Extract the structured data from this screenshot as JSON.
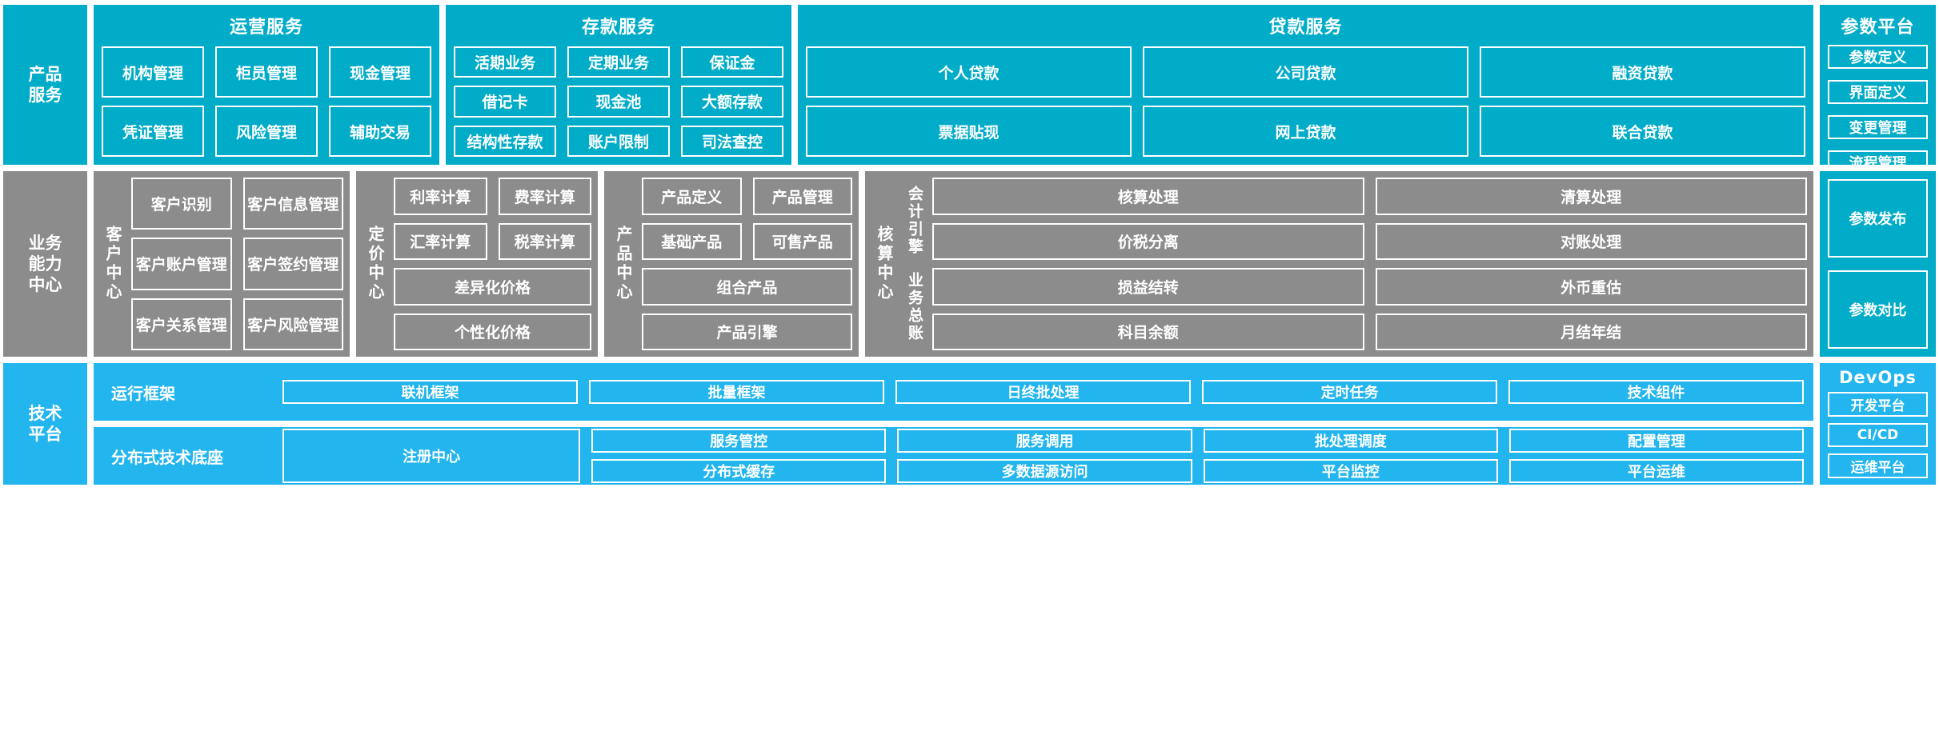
{
  "rows": {
    "product_service": {
      "side_label": "产品\n服务",
      "groups": [
        {
          "title": "运营服务",
          "rows": [
            [
              "机构管理",
              "柜员管理",
              "现金管理"
            ],
            [
              "凭证管理",
              "风险管理",
              "辅助交易"
            ]
          ]
        },
        {
          "title": "存款服务",
          "rows": [
            [
              "活期业务",
              "定期业务",
              "保证金"
            ],
            [
              "借记卡",
              "现金池",
              "大额存款"
            ],
            [
              "结构性存款",
              "账户限制",
              "司法查控"
            ]
          ]
        },
        {
          "title": "贷款服务",
          "rows": [
            [
              "个人贷款",
              "公司贷款",
              "融资贷款"
            ],
            [
              "票据贴现",
              "网上贷款",
              "联合贷款"
            ]
          ]
        }
      ],
      "right_column": {
        "title": "参数平台",
        "items": [
          "参数定义",
          "界面定义",
          "变更管理",
          "流程管理"
        ]
      }
    },
    "capability_center": {
      "side_label": "业务\n能力\n中心",
      "groups": [
        {
          "vlabel": "客户中心",
          "rows": [
            [
              "客户识别",
              "客户信息管理"
            ],
            [
              "客户账户管理",
              "客户签约管理"
            ],
            [
              "客户关系管理",
              "客户风险管理"
            ]
          ]
        },
        {
          "vlabel": "定价中心",
          "rows": [
            [
              "利率计算",
              "费率计算"
            ],
            [
              "汇率计算",
              "税率计算"
            ],
            [
              "差异化价格"
            ],
            [
              "个性化价格"
            ]
          ]
        },
        {
          "vlabel": "产品中心",
          "rows": [
            [
              "产品定义",
              "产品管理"
            ],
            [
              "基础产品",
              "可售产品"
            ],
            [
              "组合产品"
            ],
            [
              "产品引擎"
            ]
          ]
        },
        {
          "vlabel": "核算中心",
          "sub_labels": [
            "会计引擎",
            "业务总账"
          ],
          "rows": [
            [
              "核算处理",
              "清算处理"
            ],
            [
              "价税分离",
              "对账处理"
            ],
            [
              "损益结转",
              "外币重估"
            ],
            [
              "科目余额",
              "月结年结"
            ]
          ]
        }
      ],
      "right_column_items": [
        "参数发布",
        "参数对比"
      ]
    },
    "tech_platform": {
      "side_label": "技术\n平台",
      "strips": [
        {
          "name": "运行框架",
          "cells": [
            "联机框架",
            "批量框架",
            "日终批处理",
            "定时任务",
            "技术组件"
          ]
        },
        {
          "name": "分布式技术底座",
          "registry": "注册中心",
          "columns": [
            [
              "服务管控",
              "分布式缓存"
            ],
            [
              "服务调用",
              "多数据源访问"
            ],
            [
              "批处理调度",
              "平台监控"
            ],
            [
              "配置管理",
              "平台运维"
            ]
          ]
        }
      ],
      "right_column": {
        "title": "DevOps",
        "items": [
          "开发平台",
          "CI/CD",
          "运维平台"
        ]
      }
    }
  },
  "colors": {
    "teal": "#00ACC8",
    "gray": "#8C8C8C",
    "cyan": "#22B5EE",
    "border": "#FFFFFF"
  }
}
